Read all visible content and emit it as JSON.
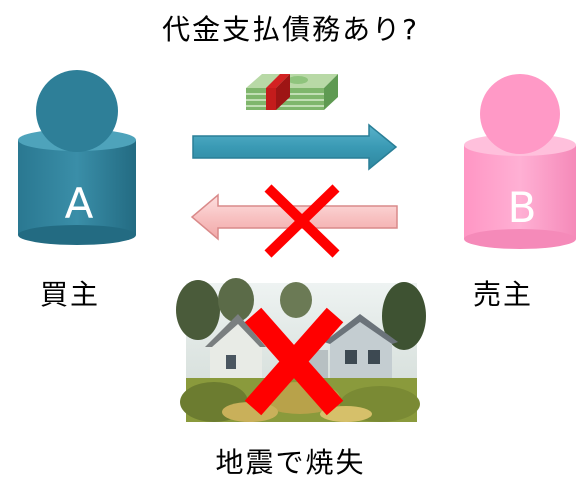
{
  "title": "代金支払債務あり?",
  "parties": {
    "buyer": {
      "letter": "A",
      "role": "買主",
      "color": "#2e7f98"
    },
    "seller": {
      "letter": "B",
      "role": "売主",
      "color": "#ff99c6"
    }
  },
  "arrows": {
    "payment": {
      "direction": "buyer-to-seller",
      "color": "#3a9ab5"
    },
    "delivery": {
      "direction": "seller-to-buyer",
      "color": "#f7b5b5",
      "crossed": true
    }
  },
  "icons": [
    "money-bundle-icon",
    "house-photo",
    "cross-mark-icon"
  ],
  "caption": "地震で焼失",
  "accent": "#ff0000"
}
